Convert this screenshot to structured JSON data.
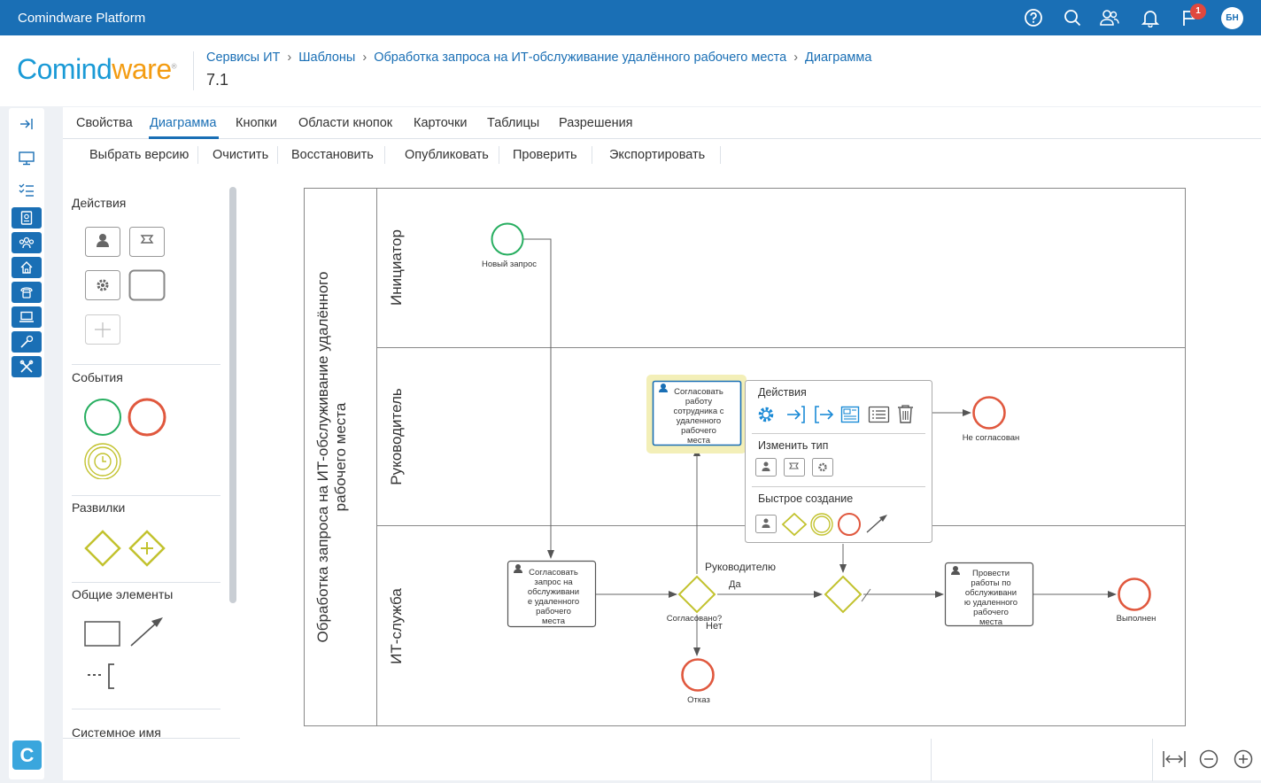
{
  "app": {
    "title": "Comindware Platform",
    "notifications_count": "1",
    "user_initials": "БН"
  },
  "logo": {
    "part1": "Comind",
    "part2": "ware",
    "reg": "®"
  },
  "breadcrumb": [
    "Сервисы ИТ",
    "Шаблоны",
    "Обработка запроса на ИТ-обслуживание удалённого рабочего места",
    "Диаграмма"
  ],
  "version": "7.1",
  "tabs": [
    {
      "label": "Свойства"
    },
    {
      "label": "Диаграмма"
    },
    {
      "label": "Кнопки"
    },
    {
      "label": "Области кнопок"
    },
    {
      "label": "Карточки"
    },
    {
      "label": "Таблицы"
    },
    {
      "label": "Разрешения"
    }
  ],
  "active_tab": "Диаграмма",
  "toolbar": [
    {
      "label": "Выбрать версию"
    },
    {
      "label": "Очистить"
    },
    {
      "label": "Восстановить"
    },
    {
      "label": "Опубликовать"
    },
    {
      "label": "Проверить"
    },
    {
      "label": "Экспортировать"
    }
  ],
  "palette": {
    "actions": "Действия",
    "events": "События",
    "gateways": "Развилки",
    "common": "Общие элементы",
    "system_name": "Системное имя"
  },
  "diagram": {
    "pool_title_line1": "Обработка запроса на ИТ-обслуживание удалённого",
    "pool_title_line2": "рабочего места",
    "lanes": [
      "Инициатор",
      "Руководитель",
      "ИТ-служба"
    ],
    "start_event": "Новый запрос",
    "task_manager": [
      "Согласовать",
      "работу",
      "сотрудника с",
      "удаленного",
      "рабочего",
      "места"
    ],
    "task_agree": [
      "Согласовать",
      "запрос на",
      "обслуживани",
      "е удаленного",
      "рабочего",
      "места"
    ],
    "task_perform": [
      "Провести",
      "работы по",
      "обслуживани",
      "ю удаленного",
      "рабочего",
      "места"
    ],
    "gateway_label": "Согласовано?",
    "flow_to_manager": "Руководителю",
    "flow_yes": "Да",
    "flow_no": "Нет",
    "end_rejected": "Отказ",
    "end_not_approved": "Не согласован",
    "end_done": "Выполнен"
  },
  "context_menu": {
    "actions": "Действия",
    "change_type": "Изменить тип",
    "quick_create": "Быстрое создание"
  },
  "colors": {
    "brand": "#1a6fb5",
    "start": "#27ae60",
    "end": "#e0583e",
    "gateway": "#c2c22e",
    "selection": "#f3efb8"
  }
}
